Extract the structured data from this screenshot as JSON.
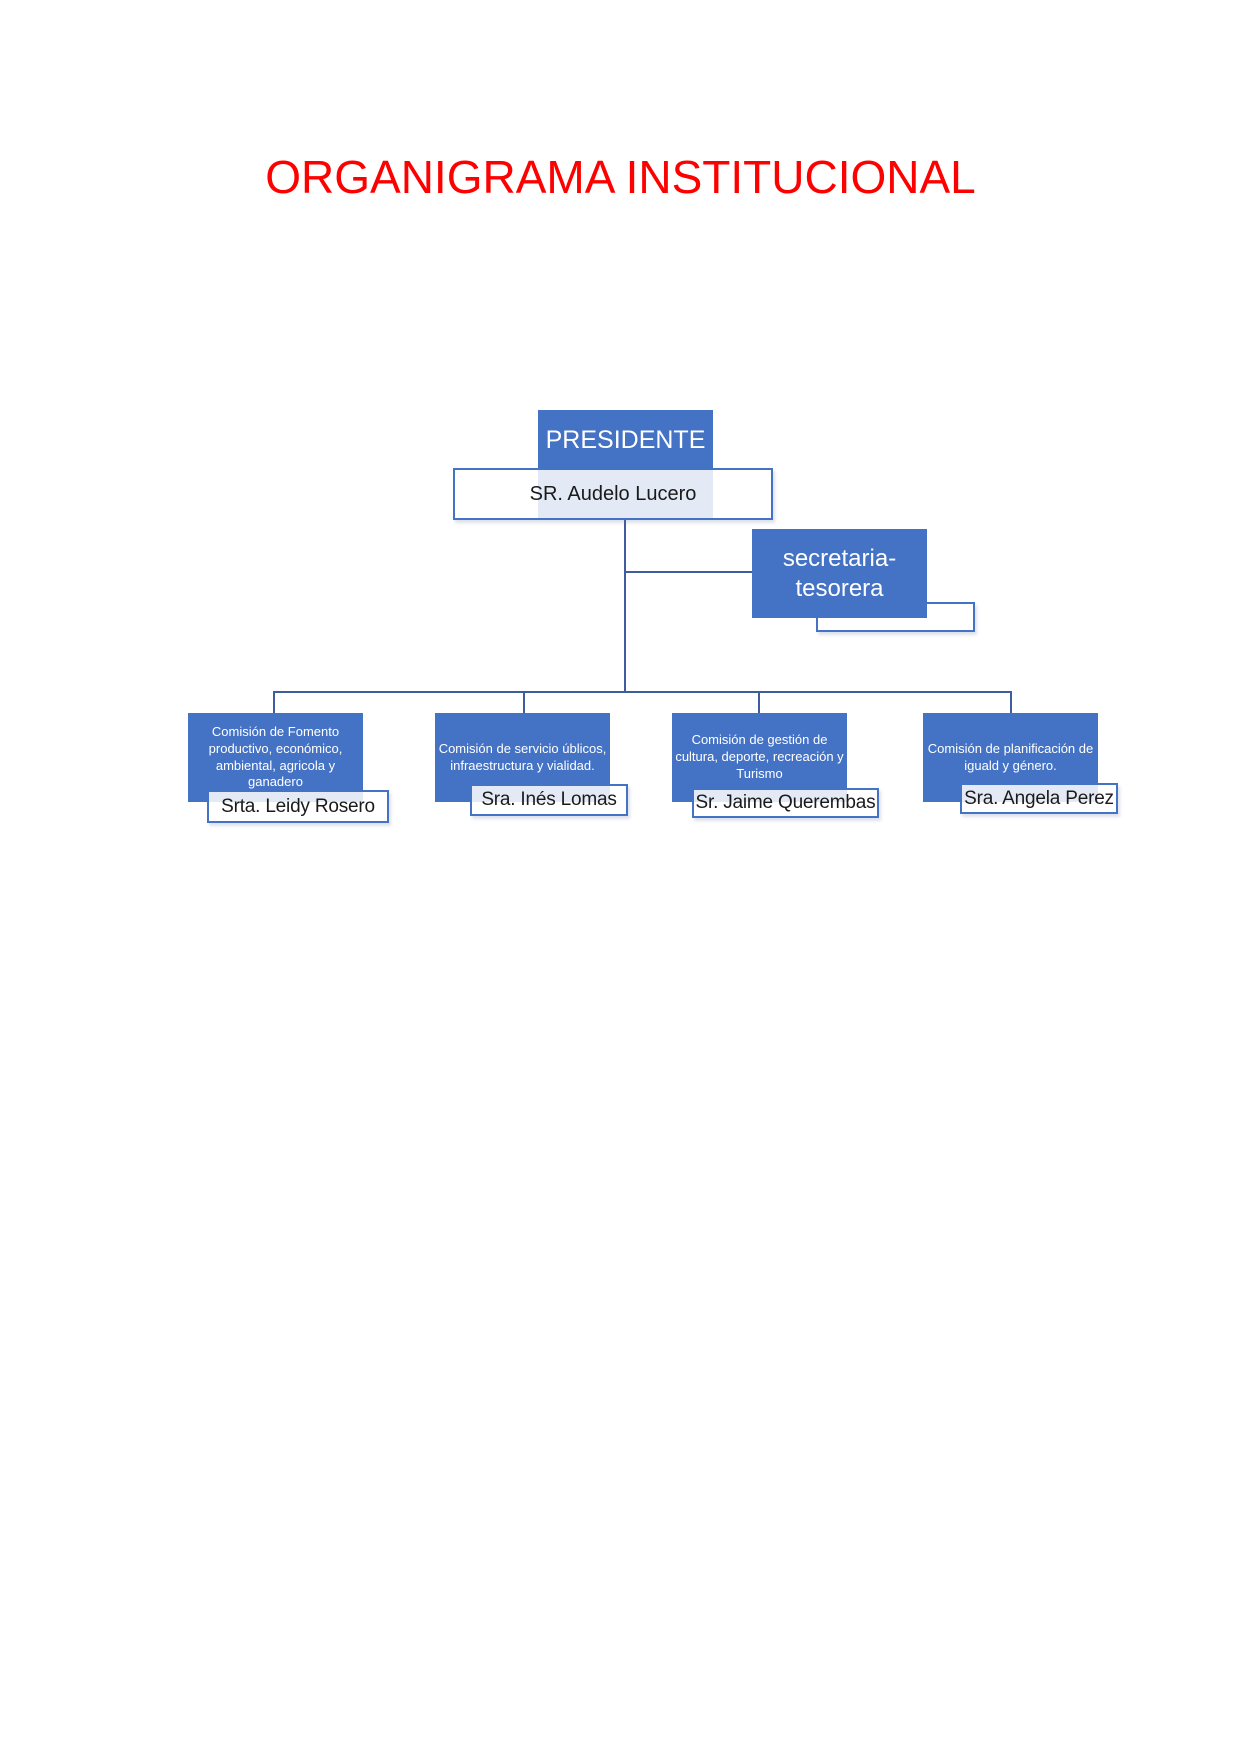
{
  "page": {
    "title": "ORGANIGRAMA INSTITUCIONAL"
  },
  "colors": {
    "node_blue": "#4472C4",
    "connector_blue": "#3E5C9E",
    "title_red": "#FF0000",
    "node_text": "#FFFFFF",
    "name_text": "#1A1A1A"
  },
  "nodes": {
    "president": {
      "role": "PRESIDENTE",
      "name": "SR. Audelo Lucero"
    },
    "secretary": {
      "role": "secretaria-tesorera",
      "name": ""
    },
    "commissions": [
      {
        "label": "Comisión de Fomento productivo, económico, ambiental, agricola y ganadero",
        "name": "Srta. Leidy Rosero"
      },
      {
        "label": "Comisión de servicio úblicos, infraestructura y vialidad.",
        "name": "Sra. Inés Lomas"
      },
      {
        "label": "Comisión de gestión de cultura, deporte, recreación y Turismo",
        "name": "Sr. Jaime Querembas"
      },
      {
        "label": "Comisión de planificación de iguald y género.",
        "name": "Sra. Angela Perez"
      }
    ]
  }
}
